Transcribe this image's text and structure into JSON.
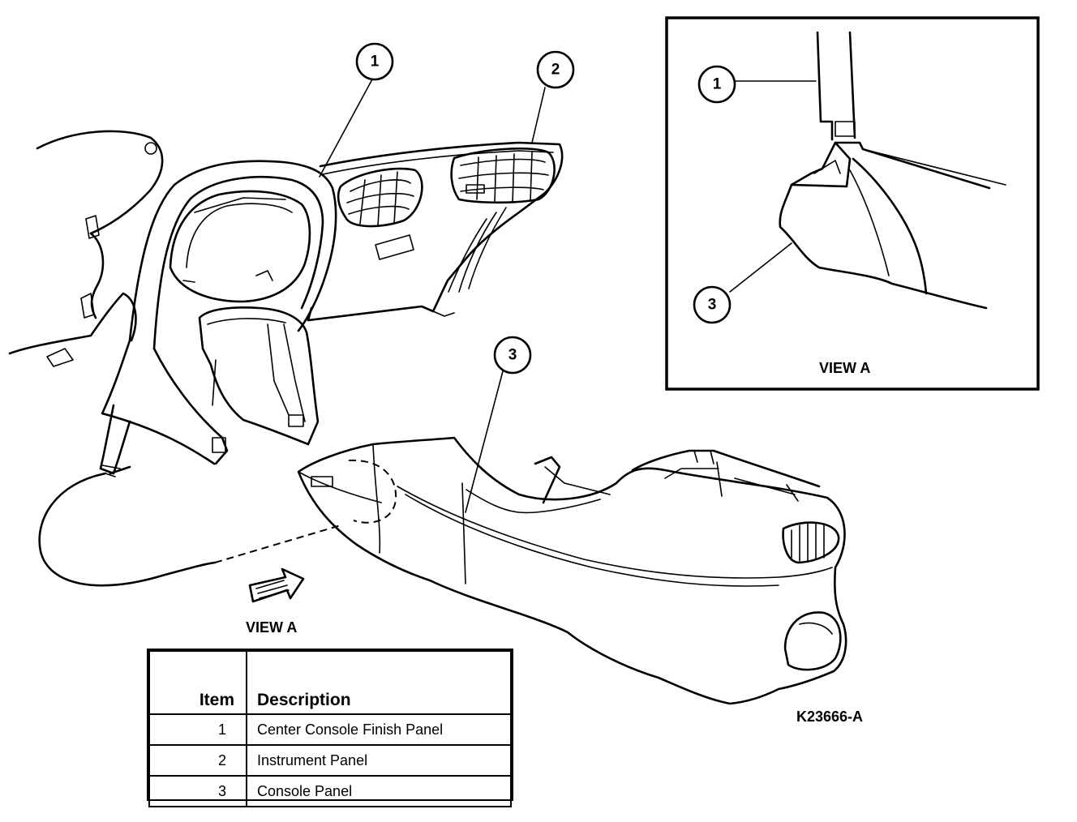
{
  "diagram": {
    "callouts": {
      "main_1": "1",
      "main_2": "2",
      "main_3": "3",
      "inset_1": "1",
      "inset_3": "3"
    },
    "view_label_main": "VIEW A",
    "view_label_inset": "VIEW A",
    "figure_code": "K23666-A"
  },
  "legend": {
    "header_item": "Item",
    "header_description": "Description",
    "rows": [
      {
        "item": "1",
        "description": "Center Console Finish Panel"
      },
      {
        "item": "2",
        "description": "Instrument Panel"
      },
      {
        "item": "3",
        "description": "Console Panel"
      }
    ]
  }
}
